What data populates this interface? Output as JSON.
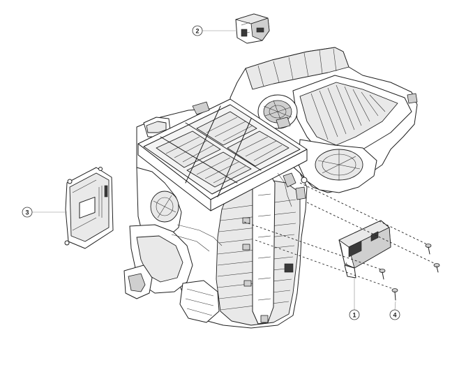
{
  "diagram": {
    "callouts": [
      {
        "id": "1",
        "label": "1"
      },
      {
        "id": "2",
        "label": "2"
      },
      {
        "id": "3",
        "label": "3"
      },
      {
        "id": "4",
        "label": "4"
      }
    ]
  },
  "colors": {
    "line": "#1e1e1e",
    "shade": "#e9e9e9",
    "background": "#ffffff"
  }
}
